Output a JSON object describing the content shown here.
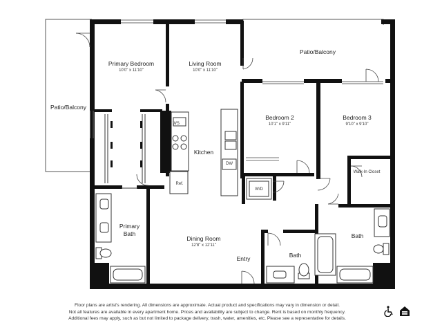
{
  "rooms": {
    "primary_bedroom": {
      "name": "Primary Bedroom",
      "dims": "10'0\" x 11'10\""
    },
    "living_room": {
      "name": "Living Room",
      "dims": "10'0\" x 11'10\""
    },
    "patio_top": {
      "name": "Patio/Balcony"
    },
    "patio_left": {
      "name": "Patio/Balcony"
    },
    "bedroom2": {
      "name": "Bedroom 2",
      "dims": "10'1\" x 9'11\""
    },
    "bedroom3": {
      "name": "Bedroom 3",
      "dims": "9'10\" x 9'10\""
    },
    "kitchen": {
      "name": "Kitchen"
    },
    "walkin": {
      "name": "Walk-In Closet"
    },
    "primary_bath": {
      "name": "Primary Bath"
    },
    "dining": {
      "name": "Dining Room",
      "dims": "12'8\" x 12'11\""
    },
    "bath_center": {
      "name": "Bath"
    },
    "bath_right": {
      "name": "Bath"
    },
    "entry": {
      "name": "Entry"
    }
  },
  "fixtures": {
    "washer_dryer": "W/D",
    "dishwasher": "DW",
    "ws": "WS",
    "refrigerator": "Ref."
  },
  "disclaimer": [
    "Floor plans are artist's rendering. All dimensions are approximate. Actual product and specifications may vary in dimension or detail.",
    "Not all features are available in every apartment home. Prices and availability are subject to change. Rent is based on monthly frequency.",
    "Additional fees may apply, such as but not limited to package delivery, trash, water, amenities, etc. Please see a representative for details."
  ],
  "icons": [
    "wheelchair-accessible-icon",
    "equal-housing-icon"
  ]
}
